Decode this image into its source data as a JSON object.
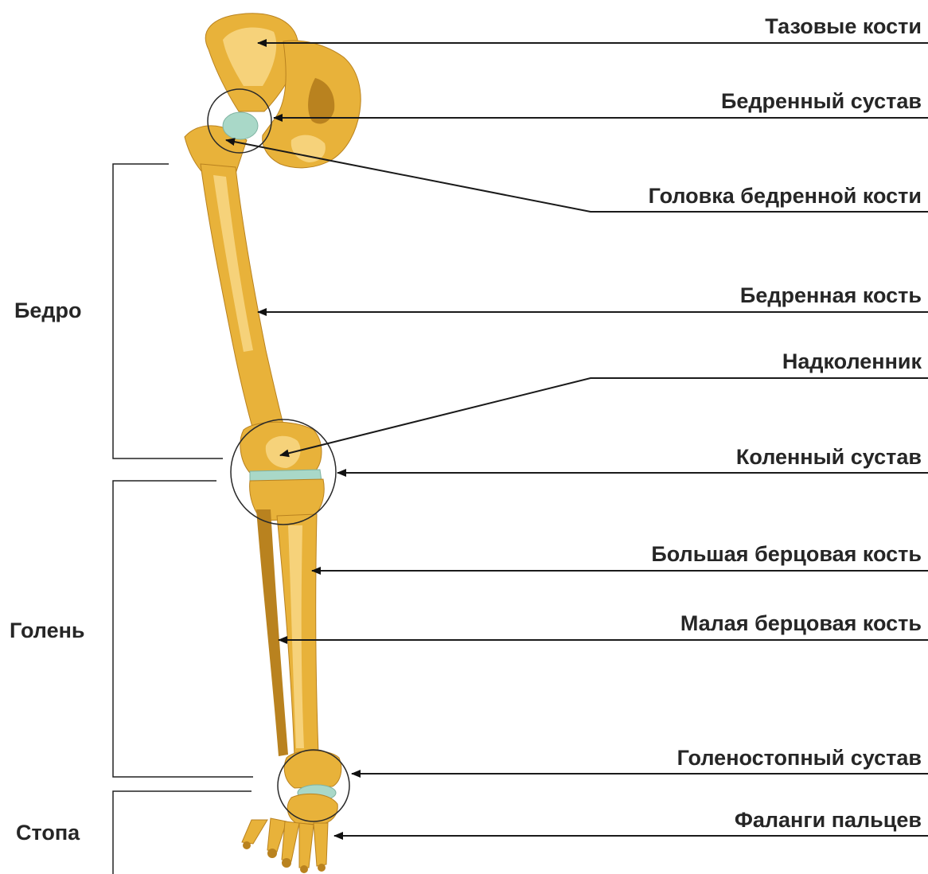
{
  "labels": {
    "pelvis": "Тазовые кости",
    "hip_joint": "Бедренный сустав",
    "femoral_head": "Головка бедренной кости",
    "femur": "Бедренная кость",
    "kneecap": "Надколенник",
    "knee_joint": "Коленный сустав",
    "tibia": "Большая берцовая кость",
    "fibula": "Малая берцовая кость",
    "ankle_joint": "Голеностопный сустав",
    "phalanges": "Фаланги пальцев"
  },
  "regions": {
    "thigh": "Бедро",
    "shin": "Голень",
    "foot": "Стопа"
  },
  "colors": {
    "bone": "#e8b23a",
    "bone_light": "#f6d27a",
    "bone_shadow": "#b9821f",
    "cartilage": "#a9d8c8",
    "line": "#1a1a1a",
    "text": "#262626"
  }
}
